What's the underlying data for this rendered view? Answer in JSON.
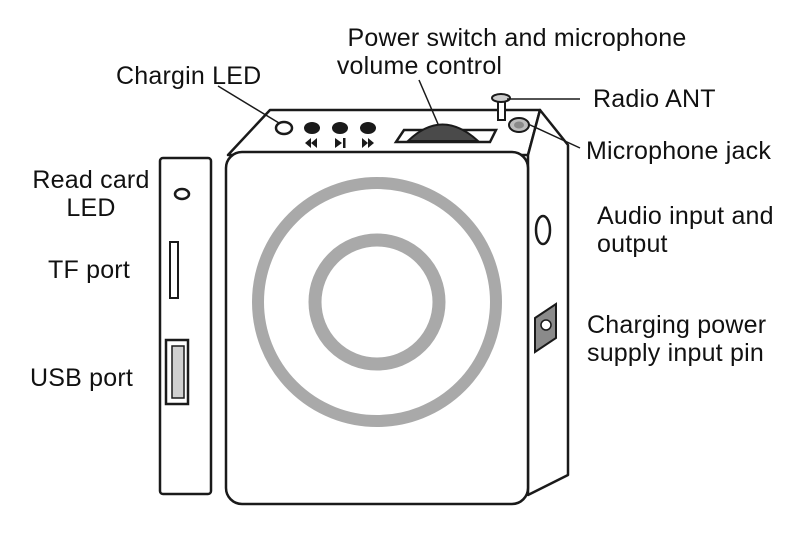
{
  "colors": {
    "outline": "#1a1a1a",
    "ring": "#a9a9a9",
    "knob": "#4a4a4a",
    "page": "#ffffff"
  },
  "labels": {
    "charging_led": "Chargin  LED",
    "power_switch": [
      "Power switch and  microphone",
      "volume control"
    ],
    "radio_ant": "Radio ANT",
    "microphone_jack": "Microphone jack",
    "read_card_led": [
      "Read  card",
      "LED"
    ],
    "tf_port": "TF port",
    "usb_port": "USB port",
    "audio_io": [
      "Audio input and",
      "output"
    ],
    "charging_pin": [
      "Charging power",
      "supply input pin"
    ]
  },
  "icons": {
    "previous": "rewind-icon",
    "play_pause": "play-pause-icon",
    "next": "fast-forward-icon"
  }
}
